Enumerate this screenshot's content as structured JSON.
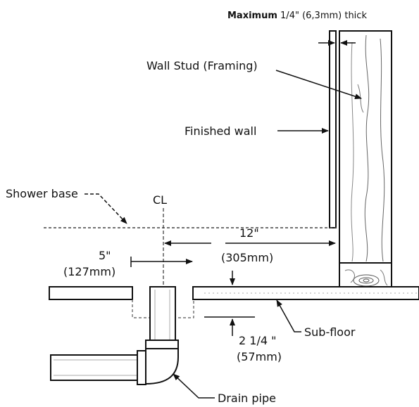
{
  "labels": {
    "max_thick_bold": "Maximum",
    "max_thick_rest": " 1/4\" (6,3mm) thick",
    "wall_stud": "Wall Stud (Framing)",
    "finished_wall": "Finished wall",
    "shower_base": "Shower base",
    "centerline": "CL",
    "dim_12_in": "12\"",
    "dim_12_mm": "(305mm)",
    "dim_5_in": "5\"",
    "dim_5_mm": "(127mm)",
    "sub_floor": "Sub-floor",
    "dim_214_in": "2 1/4 \"",
    "dim_214_mm": "(57mm)",
    "drain_pipe": "Drain pipe"
  }
}
